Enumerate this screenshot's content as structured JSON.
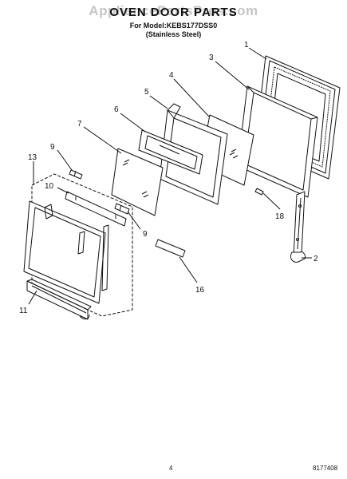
{
  "header": {
    "watermark": "AppliancePartsPros.com",
    "title": "OVEN DOOR PARTS",
    "model_line": "For Model:KEBS177DSS0",
    "finish_line": "(Stainless Steel)"
  },
  "callouts": [
    "1",
    "2",
    "3",
    "4",
    "5",
    "6",
    "7",
    "9",
    "9",
    "10",
    "11",
    "13",
    "16",
    "18"
  ],
  "footer": {
    "page_number": "4",
    "diagram_code": "8177408"
  }
}
